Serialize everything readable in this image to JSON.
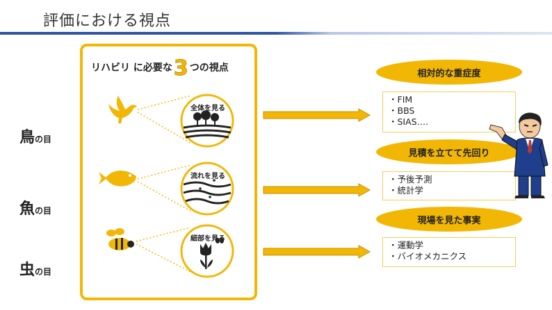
{
  "slide": {
    "title": "評価における視点"
  },
  "panel": {
    "heading_pre": "リハビリ に必要な",
    "heading_number": "3",
    "heading_post": "つの視点",
    "rows": [
      {
        "kanji": "鳥",
        "suffix": "の目",
        "circle_label": "全体を見る"
      },
      {
        "kanji": "魚",
        "suffix": "の目",
        "circle_label": "流れを見る"
      },
      {
        "kanji": "虫",
        "suffix": "の目",
        "circle_label": "細部を見る"
      }
    ]
  },
  "sections": [
    {
      "pill": "相対的な重症度",
      "items": [
        "・FIM",
        "・BBS",
        "・SIAS…."
      ]
    },
    {
      "pill": "見積を立てて先回り",
      "items": [
        "・予後予測",
        "・統計学"
      ]
    },
    {
      "pill": "現場を見た事実",
      "items": [
        "・運動学",
        "・バイオメカニクス"
      ]
    }
  ],
  "colors": {
    "accent": "#f2b705",
    "title_rule": "#2f54a5"
  }
}
